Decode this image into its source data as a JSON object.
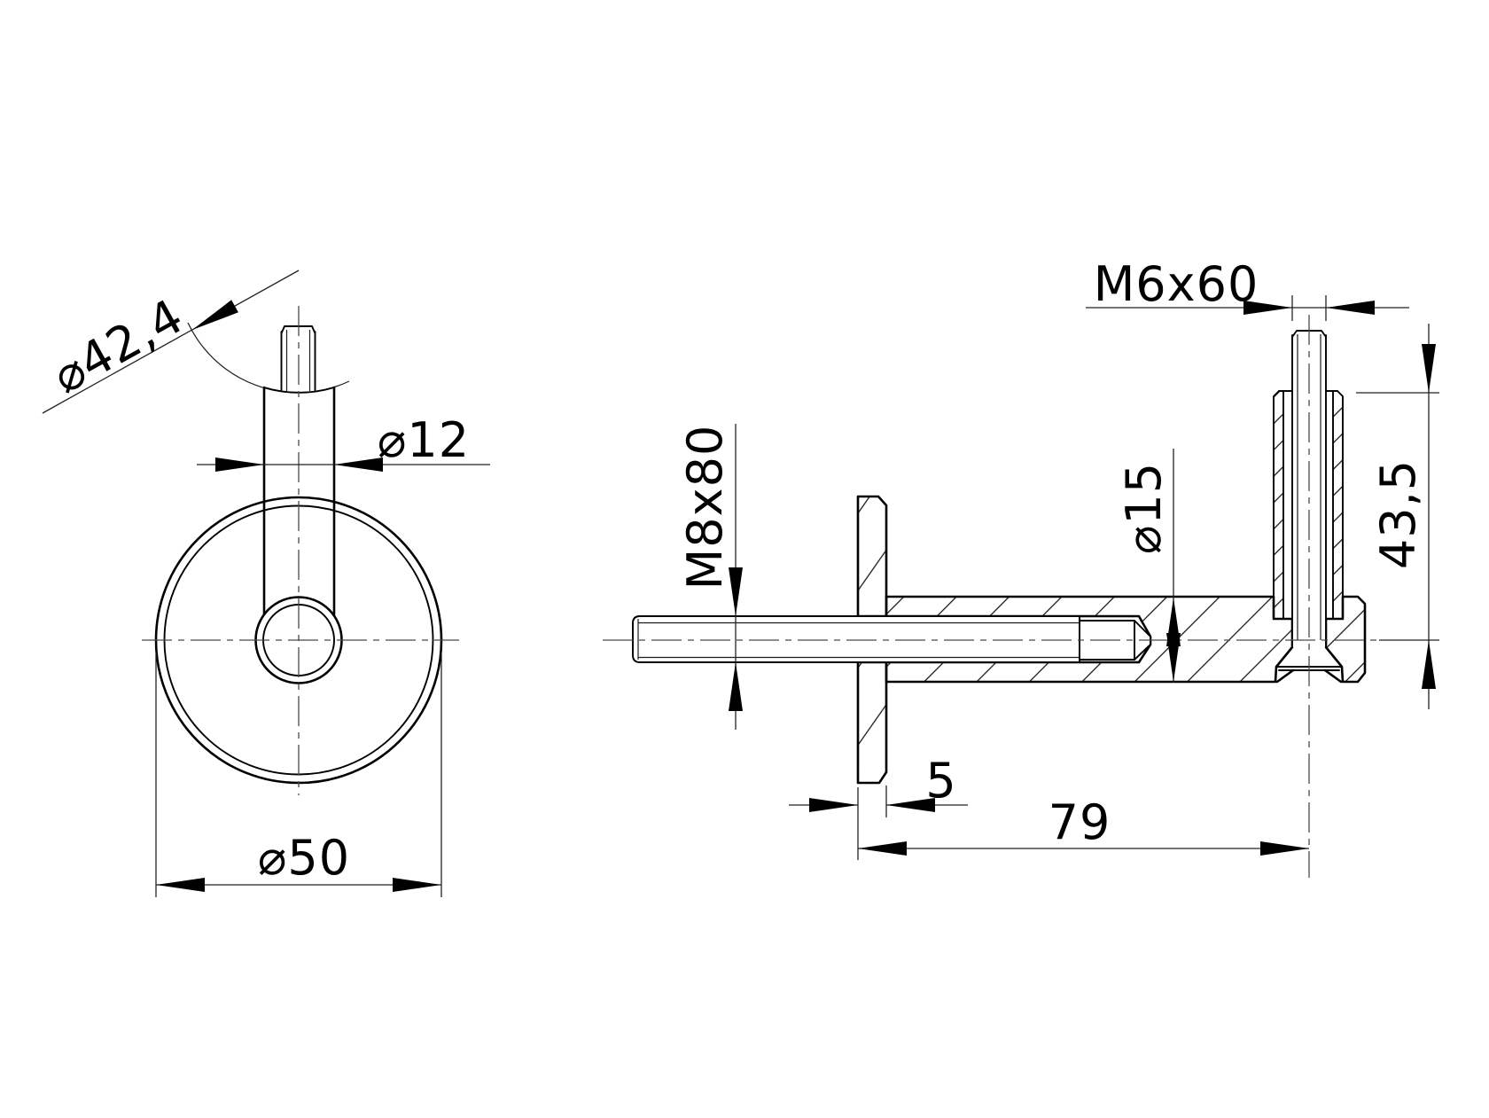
{
  "drawing": {
    "kind": "technical-drawing-two-views",
    "colors": {
      "background": "#ffffff",
      "line": "#000000",
      "dimension_line": "#222222",
      "centerline": "#4a4a4a"
    },
    "front_view": {
      "labels": {
        "tube_diameter": "⌀42,4",
        "post_diameter": "⌀12",
        "flange_diameter": "⌀50"
      }
    },
    "side_view": {
      "labels": {
        "vertical_stud": "M6x60",
        "wall_stud": "M8x80",
        "body_diameter": "⌀15",
        "plate_thickness": "5",
        "reach": "79",
        "post_height": "43,5"
      }
    }
  }
}
